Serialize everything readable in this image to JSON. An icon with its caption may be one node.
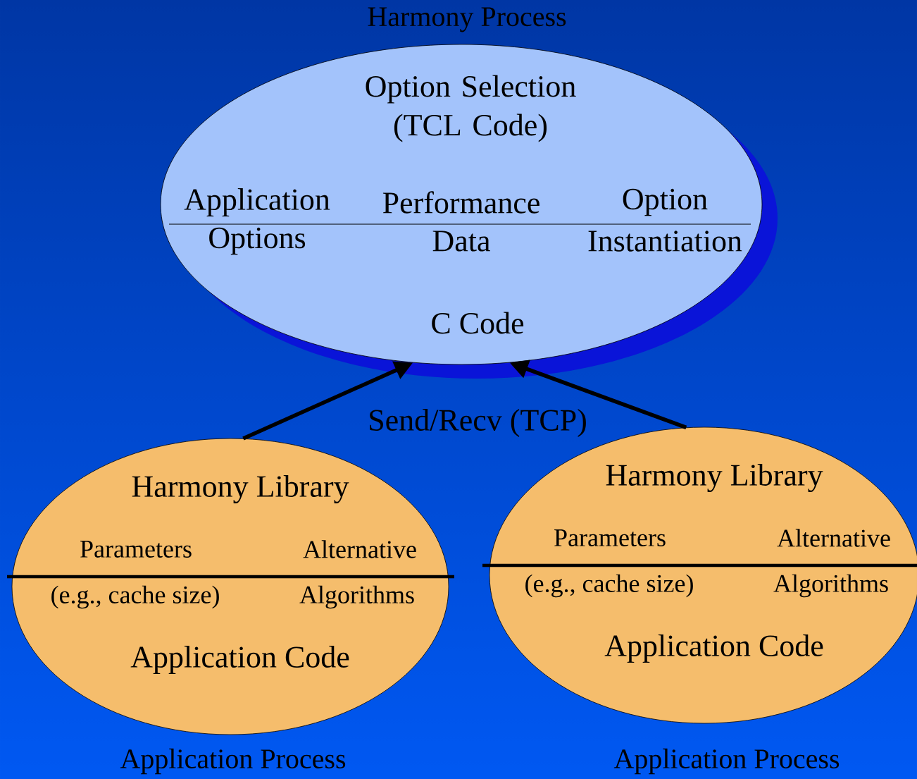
{
  "diagram": {
    "nodes": [
      {
        "text": [
          "Option Selection (TCL Code)",
          "Application",
          "Options",
          "Performance",
          "Data",
          "Option",
          "Instantiation",
          "C Code"
        ],
        "beside": [
          "Harmony Process"
        ]
      },
      {
        "text": [
          "Harmony Library",
          "Parameters",
          "Alternative",
          "(e.g., cache size)",
          "Algorithms",
          "Application Code"
        ],
        "beside": [
          "Application Process"
        ]
      },
      {
        "text": [
          "Harmony Library",
          "Parameters",
          "Alternative",
          "(e.g., cache size)",
          "Algorithms",
          "Application Code"
        ],
        "beside": [
          "Application Process"
        ]
      }
    ],
    "edges": [
      {
        "from": 1,
        "to": 0,
        "arrow": "to"
      },
      {
        "from": 2,
        "to": 0,
        "arrow": "to"
      }
    ],
    "labels": [
      "Send/Recv (TCP)"
    ]
  }
}
